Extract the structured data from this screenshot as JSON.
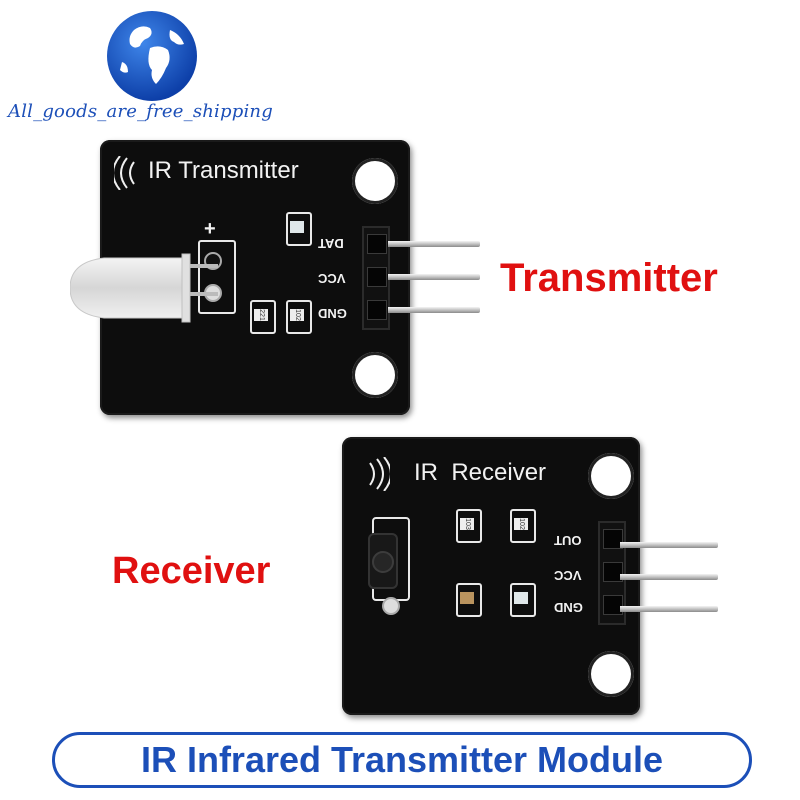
{
  "shop": {
    "logo_text": "All_goods_are_free_shipping",
    "icon": "globe-icon"
  },
  "transmitter_board": {
    "title": "IR Transmitter",
    "icon": "signal-waves-icon",
    "polarity_mark": "+",
    "pins": [
      "DAT",
      "VCC",
      "GND"
    ],
    "resistor_codes": [
      "221",
      "102"
    ]
  },
  "receiver_board": {
    "title": "IR  Receiver",
    "icon": "signal-waves-icon",
    "pins": [
      "OUT",
      "VCC",
      "GND"
    ],
    "resistor_codes": [
      "103",
      "102"
    ]
  },
  "callouts": {
    "transmitter": "Transmitter",
    "receiver": "Receiver"
  },
  "banner": {
    "title": "IR Infrared Transmitter Module"
  },
  "colors": {
    "brand_blue": "#1c4fb8",
    "callout_red": "#e01010",
    "pcb_black": "#0d0d0d"
  }
}
